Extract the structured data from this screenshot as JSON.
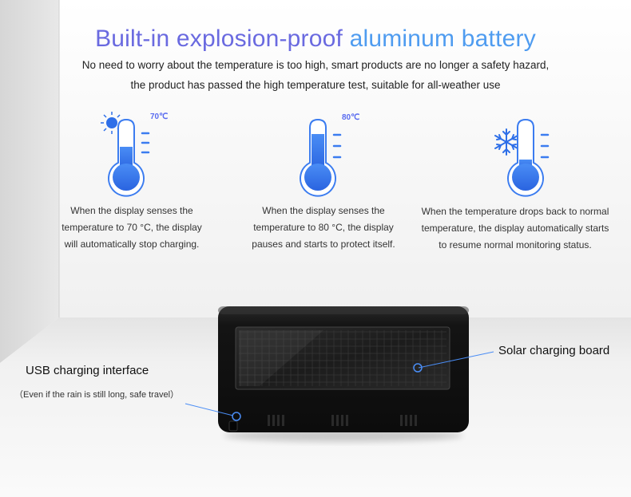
{
  "headline": {
    "part1": "Built-in explosion-proof",
    "part2": "aluminum battery"
  },
  "subtitle": {
    "line1": "No need to worry about the temperature is too high, smart products are no longer a safety hazard,",
    "line2": "the product has passed the high temperature test, suitable for all-weather use"
  },
  "features": [
    {
      "temperature": "70℃",
      "icon": "sun-icon",
      "fill_level": 0.45,
      "lines": [
        "When the display senses the",
        "temperature to 70 °C, the display",
        "will automatically stop charging."
      ]
    },
    {
      "temperature": "80℃",
      "icon": "none",
      "fill_level": 0.8,
      "lines": [
        "When the display senses the",
        "temperature to 80 °C, the display",
        "pauses and starts to protect itself."
      ]
    },
    {
      "temperature": "",
      "icon": "snowflake-icon",
      "fill_level": 0.1,
      "lines": [
        "When the temperature drops back to normal",
        "temperature, the display automatically starts",
        "to resume normal monitoring status."
      ]
    }
  ],
  "callouts": {
    "usb_title": "USB charging interface",
    "usb_note": "（Even if the rain is still long, safe travel）",
    "solar_title": "Solar charging board"
  },
  "colors": {
    "accent_purple": "#6a6ae0",
    "accent_blue": "#4f9cf0",
    "thermo_blue": "#2e7bf0",
    "device": "#161616"
  }
}
